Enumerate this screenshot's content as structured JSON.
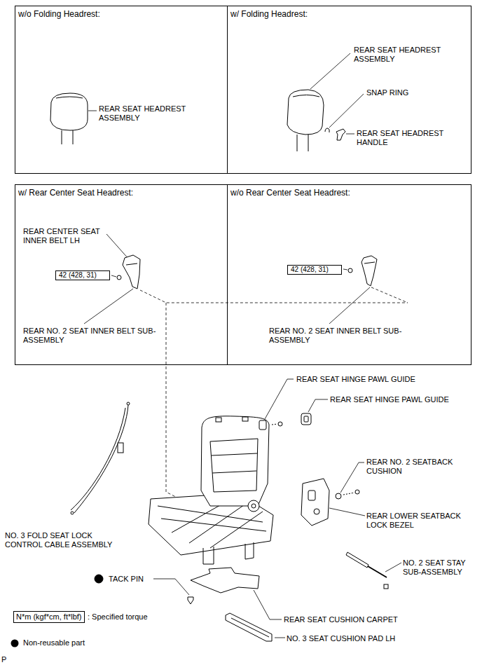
{
  "diagram": {
    "nodes": [
      {
        "text": [
          "w/o Folding Headrest:"
        ]
      },
      {
        "text": [
          "w/ Folding Headrest:"
        ]
      },
      {
        "text": [
          "w/ Rear Center Seat Headrest:"
        ]
      },
      {
        "text": [
          "w/o Rear Center Seat Headrest:"
        ]
      },
      {
        "text": [
          "42 (428, 31)"
        ],
        "in": 2
      },
      {
        "text": [
          "42 (428, 31)"
        ],
        "in": 3
      },
      {
        "text": [
          "N*m (kgf*cm, ft*lbf)"
        ]
      }
    ],
    "labels": [
      "REAR SEAT HEADREST ASSEMBLY",
      "REAR SEAT HEADREST ASSEMBLY",
      "SNAP RING",
      "REAR SEAT HEADREST HANDLE",
      "REAR CENTER SEAT INNER BELT LH",
      "REAR NO. 2 SEAT INNER BELT SUB-ASSEMBLY",
      "REAR NO. 2 SEAT INNER BELT SUB-ASSEMBLY",
      "REAR SEAT HINGE PAWL GUIDE",
      "REAR SEAT HINGE PAWL GUIDE",
      "REAR NO. 2 SEATBACK CUSHION",
      "REAR LOWER SEATBACK LOCK BEZEL",
      "NO. 3 FOLD SEAT LOCK CONTROL CABLE ASSEMBLY",
      "NO. 2 SEAT STAY SUB-ASSEMBLY",
      "TACK PIN",
      "REAR SEAT CUSHION CARPET",
      "NO. 3 SEAT CUSHION PAD LH",
      ": Specified torque",
      "P"
    ],
    "legend": [
      {
        "text": "Non-reusable part"
      }
    ]
  }
}
